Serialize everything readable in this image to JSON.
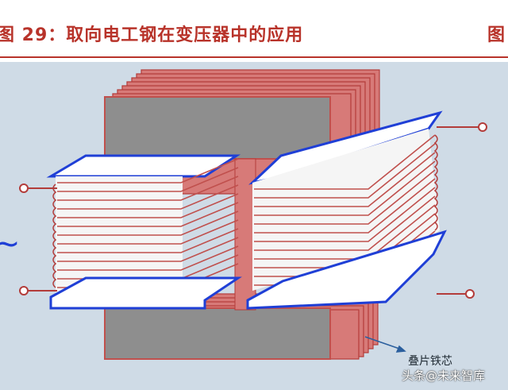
{
  "header": {
    "title": "图 29：取向电工钢在变压器中的应用",
    "title_right": "图",
    "accent_color": "#b8332a"
  },
  "diagram": {
    "core_label": "叠片铁芯",
    "ac_source_symbol": "~",
    "colors": {
      "laminations": "#c0504d",
      "core_face": "#8e8e8e",
      "winding_outline": "#1f3fd6",
      "winding_wire": "#c0504d",
      "background": "#cfdbe6"
    }
  },
  "watermark": "头条@未来智库"
}
